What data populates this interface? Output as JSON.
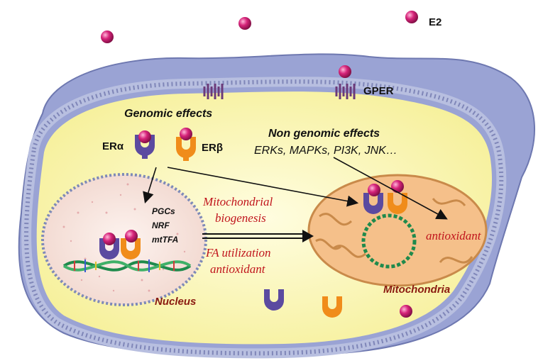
{
  "labels": {
    "e2": "E2",
    "gper": "GPER",
    "genomic_effects": "Genomic effects",
    "er_alpha": "ERα",
    "er_beta": "ERβ",
    "non_genomic_effects": "Non genomic effects",
    "kinases": "ERKs, MAPKs, PI3K, JNK…",
    "mito_biogenesis_line1": "Mitochondrial",
    "mito_biogenesis_line2": "biogenesis",
    "fa_line1": "FA utilization",
    "fa_line2": "antioxidant",
    "pgcs": "PGCs",
    "nrf": "NRF",
    "mttfa": "mtTFA",
    "antioxidant_mito": "antioxidant",
    "nucleus": "Nucleus",
    "mitochondria": "Mitochondria"
  },
  "colors": {
    "e2_ball": "#d6247a",
    "er_alpha": "#5b4aa0",
    "er_beta": "#f08c1a",
    "cytoplasm": "#fbf7b8",
    "membrane_outer": "#8a94c8",
    "mitochondria": "#f5c08a",
    "dna": "#1f8a4c",
    "red_text": "#c0141c"
  }
}
